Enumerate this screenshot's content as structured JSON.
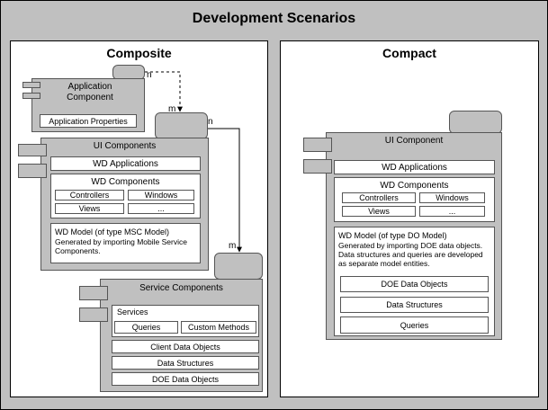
{
  "title": "Development Scenarios",
  "composite": {
    "heading": "Composite",
    "application_component": {
      "label": "Application Component",
      "properties": "Application Properties"
    },
    "ui_components": {
      "label": "UI Components",
      "wd_applications": "WD Applications",
      "wd_components": {
        "label": "WD Components",
        "cells": [
          "Controllers",
          "Windows",
          "Views",
          "..."
        ]
      },
      "wd_model": {
        "title": "WD Model (of type MSC Model)",
        "description": "Generated by importing Mobile Service Components."
      }
    },
    "service_components": {
      "label": "Service Components",
      "services": {
        "label": "Services",
        "cells": [
          "Queries",
          "Custom Methods"
        ]
      },
      "rows": [
        "Client Data Objects",
        "Data Structures",
        "DOE Data Objects"
      ]
    },
    "multiplicities": [
      "n",
      "m",
      "n",
      "m"
    ]
  },
  "compact": {
    "heading": "Compact",
    "ui_component": {
      "label": "UI Component",
      "wd_applications": "WD Applications",
      "wd_components": {
        "label": "WD Components",
        "cells": [
          "Controllers",
          "Windows",
          "Views",
          "..."
        ]
      },
      "wd_model": {
        "title": "WD Model (of type DO Model)",
        "description": "Generated by importing DOE data objects. Data structures and queries are developed as separate model entities.",
        "rows": [
          "DOE Data Objects",
          "Data Structures",
          "Queries"
        ]
      }
    }
  }
}
